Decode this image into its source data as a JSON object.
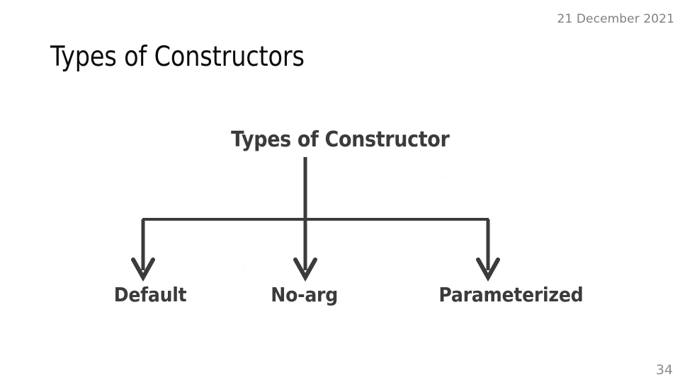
{
  "slide": {
    "date": "21 December 2021",
    "title": "Types of Constructors",
    "page_number": "34",
    "colors": {
      "background": "#ffffff",
      "title_text": "#0b0b0b",
      "muted_text": "#808080",
      "diagram_ink": "#3b3b3b"
    }
  },
  "diagram": {
    "type": "tree",
    "root": {
      "label": "Types of Constructor"
    },
    "children": [
      {
        "label": "Default"
      },
      {
        "label": "No-arg"
      },
      {
        "label": "Parameterized"
      }
    ],
    "connector_style": "vertical-stem-to-horizontal-bar-with-three-chevron-arrows"
  }
}
